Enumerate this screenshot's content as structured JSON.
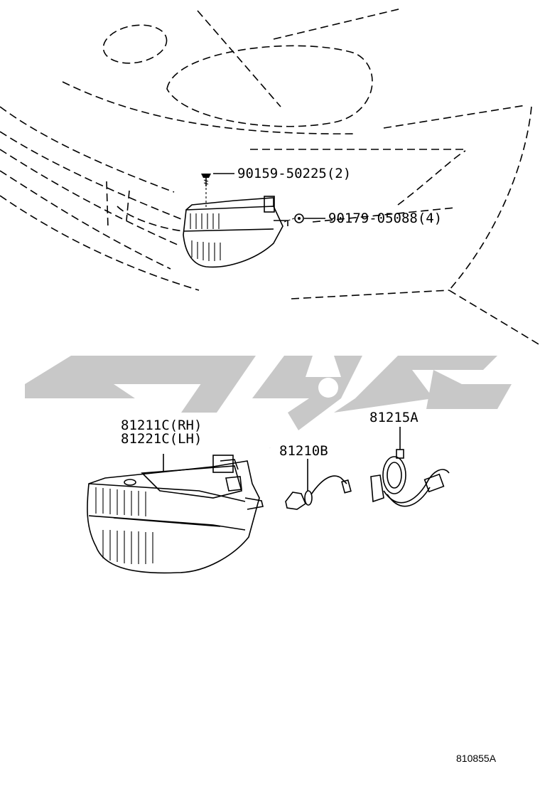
{
  "callouts": {
    "screw": "90159-50225(2)",
    "nut": "90179-05088(4)",
    "fog_lamp_rh": "81211C(RH)",
    "fog_lamp_lh": "81221C(LH)",
    "bulb": "81210B",
    "socket": "81215A"
  },
  "diagram_ref": "810855A",
  "watermark": {
    "text": "تويوتا",
    "color": "#c8c8c8"
  }
}
